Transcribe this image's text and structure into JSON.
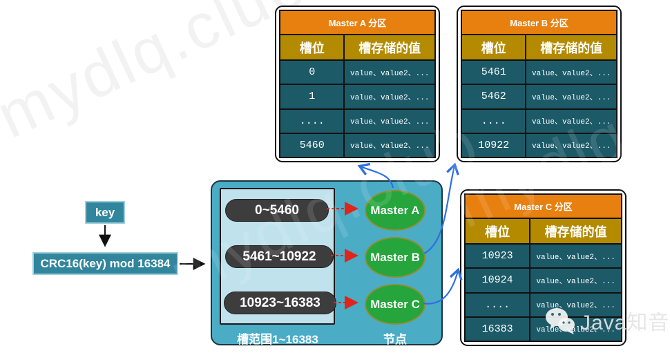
{
  "watermark": {
    "site": "mydlq.club",
    "wechat_label": "Java知音"
  },
  "flow": {
    "key_label": "key",
    "formula_label": "CRC16(key) mod 16384"
  },
  "cluster": {
    "slot_ranges": [
      "0~5460",
      "5461~10922",
      "10923~16383"
    ],
    "slots_caption": "槽范围1~16383",
    "nodes": [
      "Master A",
      "Master B",
      "Master C"
    ],
    "nodes_caption": "节点"
  },
  "tables": [
    {
      "title": "Master A 分区",
      "columns": [
        "槽位",
        "槽存储的值"
      ],
      "rows": [
        [
          "0",
          "value、value2、..."
        ],
        [
          "1",
          "value、value2、..."
        ],
        [
          "....",
          "value、value2、..."
        ],
        [
          "5460",
          "value、value2、..."
        ]
      ]
    },
    {
      "title": "Master B 分区",
      "columns": [
        "槽位",
        "槽存储的值"
      ],
      "rows": [
        [
          "5461",
          "value、value2、..."
        ],
        [
          "5462",
          "value、value2、..."
        ],
        [
          "....",
          "value、value2、..."
        ],
        [
          "10922",
          "value、value2、..."
        ]
      ]
    },
    {
      "title": "Master C 分区",
      "columns": [
        "槽位",
        "槽存储的值"
      ],
      "rows": [
        [
          "10923",
          "value、value2、..."
        ],
        [
          "10924",
          "value、value2、..."
        ],
        [
          "....",
          "value、value2、..."
        ],
        [
          "16383",
          "value、value2、..."
        ]
      ]
    }
  ],
  "colors": {
    "table_title_orange": "#E8800F",
    "table_header_gold": "#B38A00",
    "table_cell_teal": "#1D5A68",
    "cluster_teal": "#4BACC6",
    "slots_panel_blue": "#BFE2EC",
    "pill_dark": "#3D3D3D",
    "node_green": "#25A53C",
    "flow_box_teal": "#31859C",
    "arrow_red": "#E1241B",
    "arrow_blue": "#2E6FE0"
  }
}
